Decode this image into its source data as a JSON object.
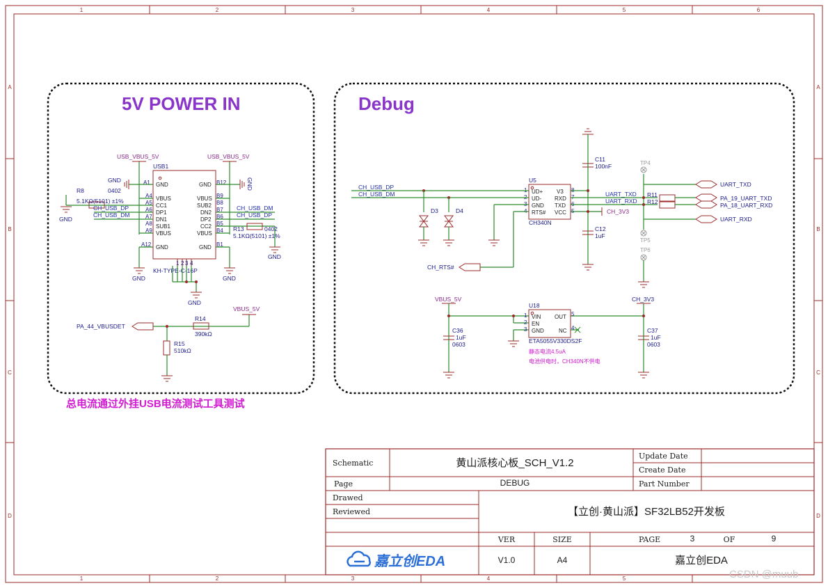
{
  "border": {
    "col_labels": [
      "1",
      "2",
      "3",
      "4",
      "5",
      "6"
    ],
    "row_labels": [
      "A",
      "B",
      "C",
      "D"
    ]
  },
  "blocks": {
    "power_title": "5V POWER IN",
    "debug_title": "Debug",
    "power_note": "总电流通过外挂USB电流测试工具测试"
  },
  "power": {
    "gnd_label": "GND",
    "usb1": {
      "ref": "USB1",
      "part": "KH-TYPE-C-16P",
      "left_pins": [
        {
          "num": "A1",
          "name": "GND"
        },
        {
          "num": "A4",
          "name": "VBUS"
        },
        {
          "num": "A5",
          "name": "CC1"
        },
        {
          "num": "A6",
          "name": "DP1"
        },
        {
          "num": "A7",
          "name": "DN1"
        },
        {
          "num": "A8",
          "name": "SUB1"
        },
        {
          "num": "A9",
          "name": "VBUS"
        },
        {
          "num": "A12",
          "name": "GND"
        }
      ],
      "right_pins": [
        {
          "num": "B12",
          "name": "GND"
        },
        {
          "num": "B9",
          "name": "VBUS"
        },
        {
          "num": "B8",
          "name": "SUB2"
        },
        {
          "num": "B7",
          "name": "DN2"
        },
        {
          "num": "B6",
          "name": "DP2"
        },
        {
          "num": "B5",
          "name": "CC2"
        },
        {
          "num": "B4",
          "name": "VBUS"
        },
        {
          "num": "B1",
          "name": "GND"
        }
      ],
      "bottom_pins": [
        "1",
        "2",
        "3",
        "4"
      ]
    },
    "nets": {
      "usb_vbus_left": "USB_VBUS_5V",
      "usb_vbus_right": "USB_VBUS_5V",
      "ch_usb_dp_left": "CH_USB_DP",
      "ch_usb_dm_left": "CH_USB_DM",
      "ch_usb_dm_right": "CH_USB_DM",
      "ch_usb_dp_right": "CH_USB_DP",
      "vbus_5v": "VBUS_5V",
      "pa44": "PA_44_VBUSDET"
    },
    "r8": {
      "ref": "R8",
      "pkg": "0402",
      "value": "5.1KΩ(5101) ±1%"
    },
    "r13": {
      "ref": "R13",
      "pkg": "0402",
      "value": "5.1KΩ(5101) ±1%"
    },
    "r14": {
      "ref": "R14",
      "value": "390kΩ"
    },
    "r15": {
      "ref": "R15",
      "value": "510kΩ"
    }
  },
  "debug": {
    "u5": {
      "ref": "U5",
      "part": "CH340N",
      "left_pins": [
        {
          "num": "1",
          "name": "UD+"
        },
        {
          "num": "2",
          "name": "UD-"
        },
        {
          "num": "3",
          "name": "GND"
        },
        {
          "num": "4",
          "name": "RTS#"
        }
      ],
      "right_pins": [
        {
          "num": "8",
          "name": "V3"
        },
        {
          "num": "7",
          "name": "RXD"
        },
        {
          "num": "6",
          "name": "TXD"
        },
        {
          "num": "5",
          "name": "VCC"
        }
      ]
    },
    "u18": {
      "ref": "U18",
      "part": "ETA5055V330DS2F",
      "left_pins": [
        {
          "num": "1",
          "name": "VIN"
        },
        {
          "num": "2",
          "name": "EN"
        },
        {
          "num": "3",
          "name": "GND"
        }
      ],
      "right_pins": [
        {
          "num": "5",
          "name": "OUT"
        },
        {
          "num": "4",
          "name": "NC"
        }
      ],
      "note1": "静态电流4.5uA",
      "note2": "电池供电时，CH340N不供电"
    },
    "nets": {
      "ch_usb_dp": "CH_USB_DP",
      "ch_usb_dm": "CH_USB_DM",
      "ch_rts": "CH_RTS#",
      "ch_3v3_u5": "CH_3V3",
      "uart_txd_mid": "UART_TXD",
      "uart_rxd_mid": "UART_RXD",
      "uart_txd_port": "UART_TXD",
      "pa19": "PA_19_UART_TXD",
      "pa18": "PA_18_UART_RXD",
      "uart_rxd_port": "UART_RXD",
      "vbus_5v": "VBUS_5V",
      "ch_3v3": "CH_3V3"
    },
    "d3": "D3",
    "d4": "D4",
    "c11": {
      "ref": "C11",
      "value": "100nF"
    },
    "c12": {
      "ref": "C12",
      "value": "1uF"
    },
    "c36": {
      "ref": "C36",
      "value": "1uF",
      "pkg": "0603"
    },
    "c37": {
      "ref": "C37",
      "value": "1uF",
      "pkg": "0603"
    },
    "r11": "R11",
    "r12": "R12",
    "tp4": "TP4",
    "tp5": "TP5",
    "tp6": "TP6"
  },
  "title_block": {
    "schematic_label": "Schematic",
    "schematic_value": "黄山派核心板_SCH_V1.2",
    "page_label": "Page",
    "page_value": "DEBUG",
    "drawed_label": "Drawed",
    "reviewed_label": "Reviewed",
    "update_date_label": "Update Date",
    "create_date_label": "Create Date",
    "part_number_label": "Part Number",
    "board_name": "【立创·黄山派】SF32LB52开发板",
    "ver_label": "VER",
    "size_label": "SIZE",
    "page_no_label": "PAGE",
    "page_no": "3",
    "of_label": "OF",
    "page_total": "9",
    "ver_value": "V1.0",
    "size_value": "A4",
    "company": "嘉立创EDA",
    "logo_text": "嘉立创EDA"
  },
  "watermark": "CSDN @muub",
  "colors": {
    "border": "#9b2a2a",
    "wire": "#2c8a2c",
    "title": "#8a35c9",
    "note": "#d11ad1",
    "net_blue": "#1f2fa8",
    "logo": "#2b6fd6"
  }
}
